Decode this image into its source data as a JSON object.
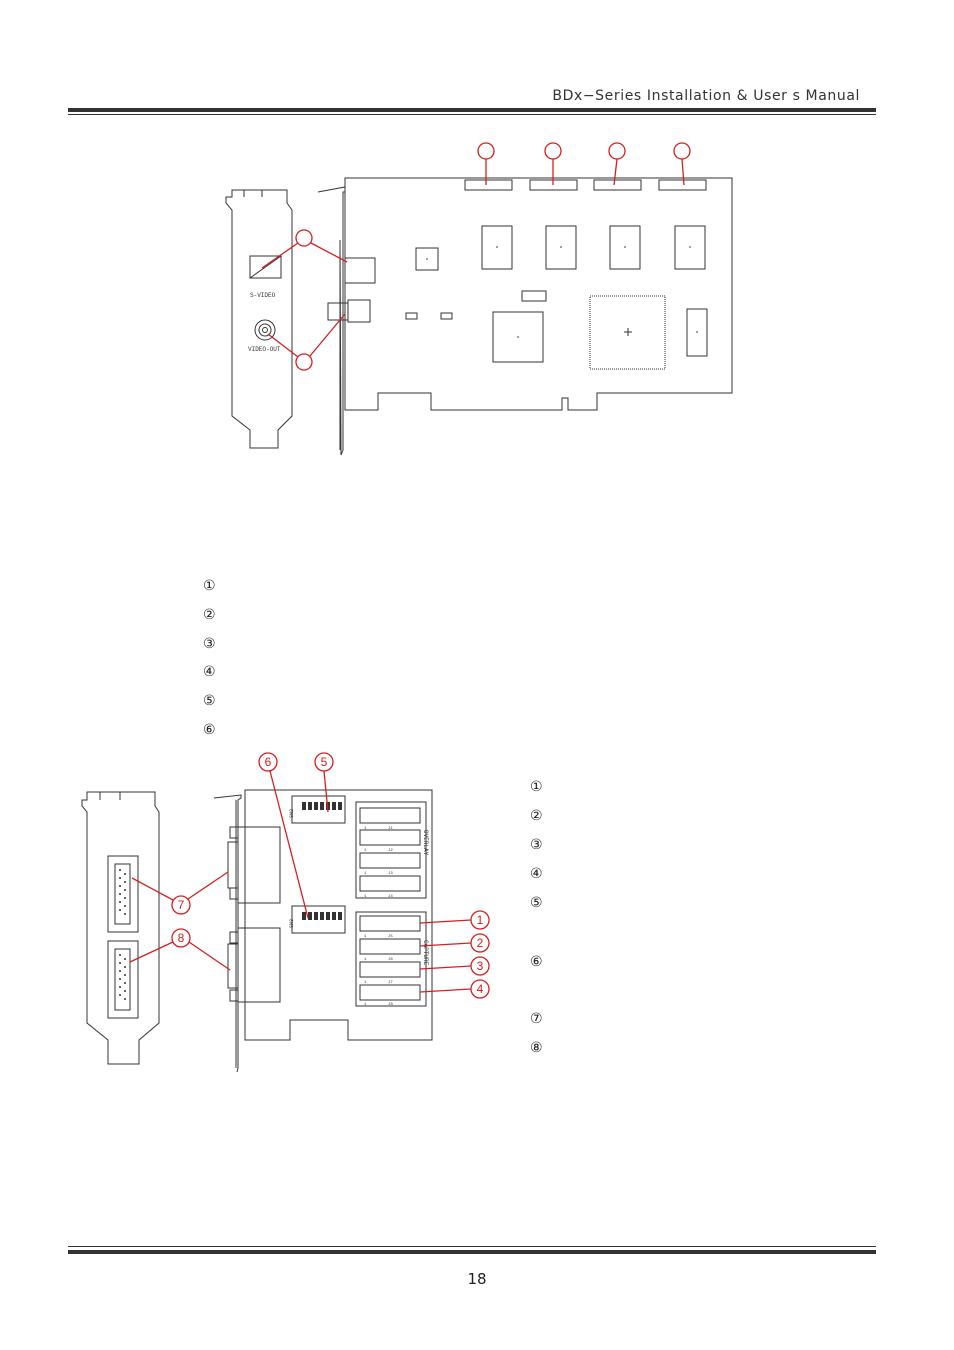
{
  "header": {
    "title": "BDx−Series Installation & User s Manual"
  },
  "footer": {
    "page_number": "18"
  },
  "figure1": {
    "bracket_labels": [
      "S-VIDEO",
      "VIDEO-OUT"
    ]
  },
  "figure2": {
    "switch_labels": [
      "SW2",
      "SW3"
    ],
    "group_labels": [
      "OVERLAY",
      "CAPTURE"
    ],
    "connector_pins": [
      "J1",
      "J2",
      "J3",
      "J4",
      "J5",
      "J6",
      "J7",
      "J8"
    ],
    "pin_one": "1",
    "callouts": [
      "1",
      "2",
      "3",
      "4",
      "5",
      "6",
      "7",
      "8"
    ]
  },
  "list1": [
    "①",
    "②",
    "③",
    "④",
    "⑤",
    "⑥"
  ],
  "list2": [
    "①",
    "②",
    "③",
    "④",
    "⑤",
    "⑥",
    "⑦",
    "⑧"
  ]
}
